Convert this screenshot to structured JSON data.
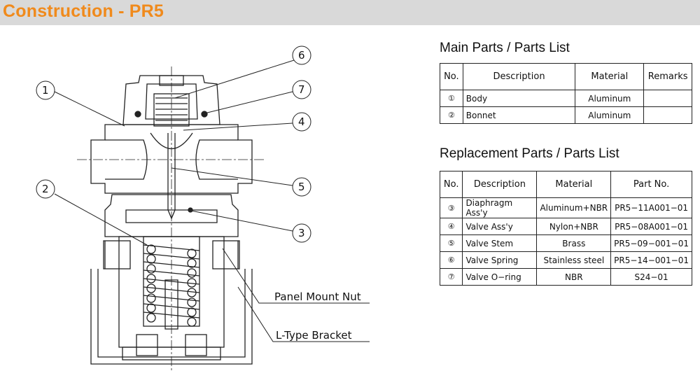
{
  "header": {
    "title": "Construction - PR5",
    "background": "#d9d9d9",
    "title_color": "#f08a1c"
  },
  "diagram": {
    "callouts": [
      "1",
      "2",
      "3",
      "4",
      "5",
      "6",
      "7"
    ],
    "panel_mount_nut": "Panel Mount Nut",
    "l_type_bracket": "L-Type Bracket"
  },
  "main_parts": {
    "title": "Main Parts / Parts List",
    "headers": [
      "No.",
      "Description",
      "Material",
      "Remarks"
    ],
    "rows": [
      {
        "no": "①",
        "description": "Body",
        "material": "Aluminum",
        "remarks": ""
      },
      {
        "no": "②",
        "description": "Bonnet",
        "material": "Aluminum",
        "remarks": ""
      }
    ]
  },
  "replacement_parts": {
    "title": "Replacement Parts / Parts List",
    "headers": [
      "No.",
      "Description",
      "Material",
      "Part No."
    ],
    "rows": [
      {
        "no": "③",
        "description": "Diaphragm Ass'y",
        "material": "Aluminum+NBR",
        "part_no": "PR5−11A001−01"
      },
      {
        "no": "④",
        "description": "Valve Ass'y",
        "material": "Nylon+NBR",
        "part_no": "PR5−08A001−01"
      },
      {
        "no": "⑤",
        "description": "Valve Stem",
        "material": "Brass",
        "part_no": "PR5−09−001−01"
      },
      {
        "no": "⑥",
        "description": "Valve Spring",
        "material": "Stainless steel",
        "part_no": "PR5−14−001−01"
      },
      {
        "no": "⑦",
        "description": "Valve O−ring",
        "material": "NBR",
        "part_no": "S24−01"
      }
    ]
  }
}
